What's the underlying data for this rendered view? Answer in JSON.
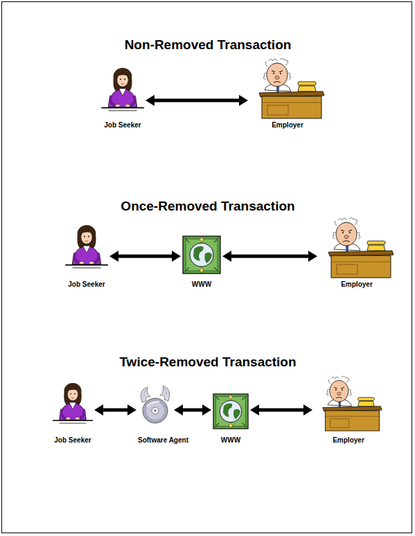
{
  "diagram": {
    "nodes": [
      {
        "text": [
          "Job Seeker"
        ]
      },
      {
        "text": [
          "Employer"
        ]
      },
      {
        "text": [
          "Job Seeker"
        ]
      },
      {
        "text": [
          "WWW"
        ]
      },
      {
        "text": [
          "Employer"
        ]
      },
      {
        "text": [
          "Job Seeker"
        ]
      },
      {
        "text": [
          "Software Agent"
        ]
      },
      {
        "text": [
          "WWW"
        ]
      },
      {
        "text": [
          "Employer"
        ]
      }
    ],
    "edges": [
      {
        "from": 0,
        "to": 1,
        "arrow": "both"
      },
      {
        "from": 2,
        "to": 3,
        "arrow": "both"
      },
      {
        "from": 3,
        "to": 4,
        "arrow": "both"
      },
      {
        "from": 5,
        "to": 6,
        "arrow": "both"
      },
      {
        "from": 6,
        "to": 7,
        "arrow": "both"
      },
      {
        "from": 7,
        "to": 8,
        "arrow": "both"
      }
    ],
    "labels": [
      "Non-Removed Transaction",
      "Once-Removed Transaction",
      "Twice-Removed Transaction"
    ]
  }
}
